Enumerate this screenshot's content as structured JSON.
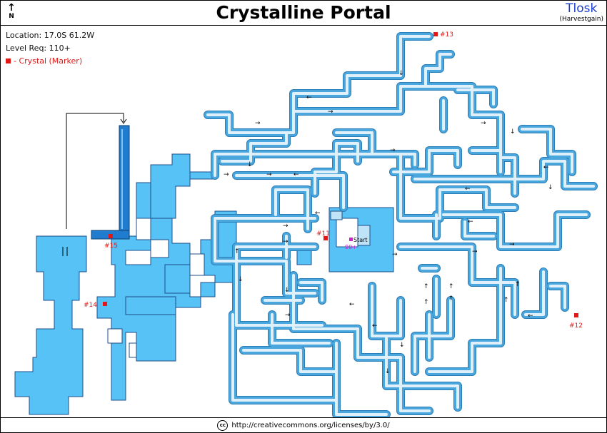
{
  "header": {
    "title": "Crystalline Portal",
    "compass_letter": "N",
    "author": "Tlosk",
    "author_note": "(Harvestgain)"
  },
  "info": {
    "location": "Location: 17.0S 61.2W",
    "level": "Level Req: 110+",
    "legend_marker": "- Crystal (Marker)"
  },
  "markers": [
    {
      "label": "#11"
    },
    {
      "label": "#12"
    },
    {
      "label": "#13"
    },
    {
      "label": "#14"
    },
    {
      "label": "#15"
    }
  ],
  "start": {
    "label": "Start",
    "level_label": "90+"
  },
  "footer": {
    "license": "http://creativecommons.org/licenses/by/3.0/"
  },
  "colors": {
    "room_fill": "#56c2f6",
    "corridor_edge": "#4aa7dd",
    "corridor_inner": "#dff0fb",
    "shaft": "#1f7ccf",
    "marker": "#e01818",
    "start": "#d020d0"
  }
}
